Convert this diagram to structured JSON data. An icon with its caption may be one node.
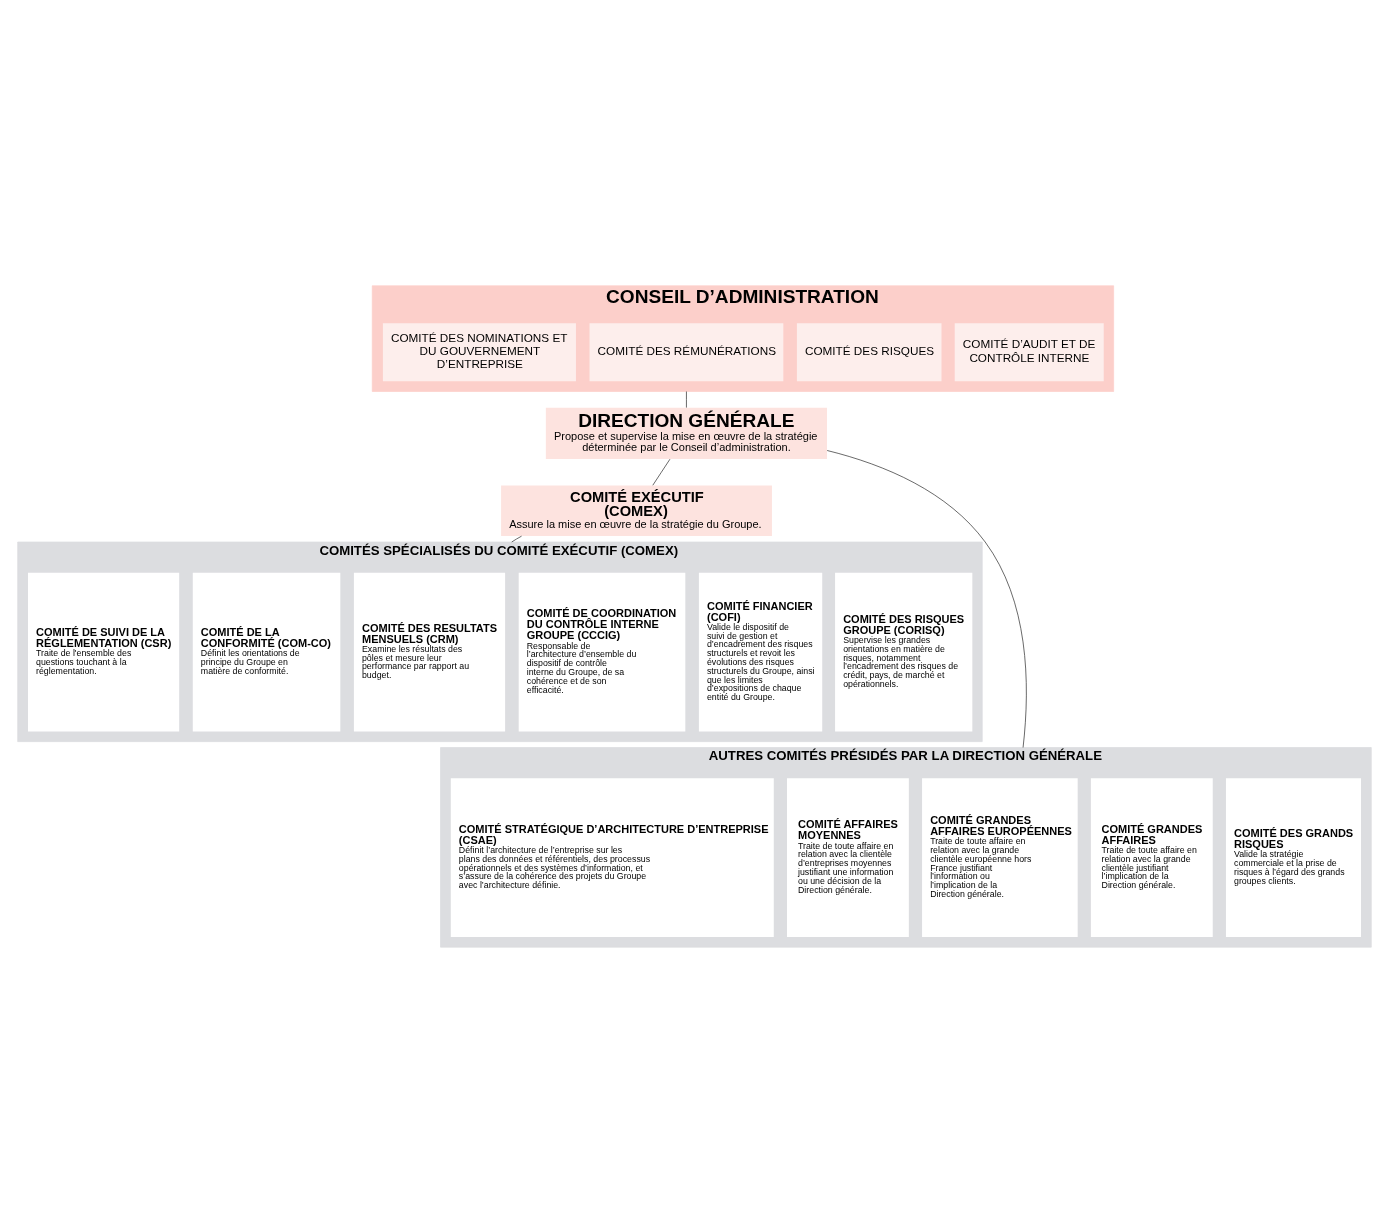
{
  "diagram": {
    "nodes": [
      {
        "text": [
          "CONSEIL D’ADMINISTRATION"
        ]
      },
      {
        "text": [
          "COMITÉ D’AUDIT ET DE CONTRÔLE INTERNE"
        ],
        "in": 0
      },
      {
        "text": [
          "COMITÉ DES RISQUES"
        ],
        "in": 0
      },
      {
        "text": [
          "COMITÉ DES RÉMUNÉRATIONS"
        ],
        "in": 0
      },
      {
        "text": [
          "COMITÉ DES NOMINATIONS ET DU GOUVERNEMENT D’ENTREPRISE"
        ],
        "in": 0
      },
      {
        "text": [
          "DIRECTION GÉNÉRALE",
          "Propose et supervise la mise en œuvre de la stratégie déterminée par le Conseil d’administration."
        ]
      },
      {
        "text": [
          "COMITÉ EXÉCUTIF (COMEX)",
          "Assure la mise en œuvre de la stratégie du Groupe."
        ]
      },
      {
        "text": [
          "COMITÉS SPÉCIALISÉS DU COMITÉ EXÉCUTIF (COMEX)"
        ]
      },
      {
        "text": [
          "COMITÉ DES RISQUES GROUPE (CORISQ)",
          "Supervise les grandes orientations en matière de risques, notamment l’encadrement des risques de crédit, pays, de marché et opérationnels."
        ],
        "in": 7
      },
      {
        "text": [
          "COMITÉ FINANCIER (COFI)",
          "Valide le dispositif de suivi de gestion et d’encadrement des risques structurels et revoit les évolutions des risques structurels du Groupe, ainsi que les limites d’expositions de chaque entité du Groupe."
        ],
        "in": 7
      },
      {
        "text": [
          "COMITÉ DE COORDINATION DU CONTRÔLE INTERNE GROUPE (CCCIG)",
          "Responsable de l’architecture d’ensemble du dispositif de contrôle interne du Groupe, de sa cohérence et de son efficacité."
        ],
        "in": 7
      },
      {
        "text": [
          "COMITÉ DES RESULTATS MENSUELS (CRM)",
          "Examine les résultats des pôles et mesure leur performance par rapport au budget."
        ],
        "in": 7
      },
      {
        "text": [
          "COMITÉ DE LA CONFORMITÉ (COM-CO)",
          "Définit les orientations de principe du Groupe en matière de conformité."
        ],
        "in": 7
      },
      {
        "text": [
          "COMITÉ DE SUIVI DE LA RÉGLEMENTATION (CSR)",
          "Traite de l'ensemble des questions touchant à la réglementation."
        ],
        "in": 7
      },
      {
        "text": [
          "AUTRES COMITÉS PRÉSIDÉS PAR LA DIRECTION GÉNÉRALE"
        ]
      },
      {
        "text": [
          "COMITÉ DES GRANDS RISQUES",
          "Valide la stratégie commerciale et la prise de risques à l’égard des grands groupes clients."
        ],
        "in": 14
      },
      {
        "text": [
          "COMITÉ GRANDES AFFAIRES",
          "Traite de toute affaire en relation avec la grande clientèle justifiant l’implication de la Direction générale."
        ],
        "in": 14
      },
      {
        "text": [
          "COMITÉ GRANDES AFFAIRES EUROPÉENNES",
          "Traite de toute affaire en relation avec la grande clientèle européenne hors France justifiant l’information ou l’implication de la Direction générale."
        ],
        "in": 14
      },
      {
        "text": [
          "COMITÉ AFFAIRES MOYENNES",
          "Traite de toute affaire en relation avec la clientèle d’entreprises moyennes justifiant une information ou une décision de la Direction générale."
        ],
        "in": 14
      },
      {
        "text": [
          "COMITÉ STRATÉGIQUE D’ARCHITECTURE D’ENTREPRISE (CSAE)",
          "Définit l’architecture de l’entreprise sur les plans des données et référentiels, des processus opérationnels et des systèmes d’information, et s’assure de la cohérence des projets du Groupe avec l’architecture définie."
        ],
        "in": 14
      }
    ],
    "edges": [
      {
        "from": 0,
        "to": 5,
        "arrow": "none"
      },
      {
        "from": 5,
        "to": 6,
        "arrow": "none"
      },
      {
        "from": 6,
        "to": 7,
        "arrow": "none"
      },
      {
        "from": 5,
        "to": 14,
        "arrow": "none"
      }
    ]
  }
}
